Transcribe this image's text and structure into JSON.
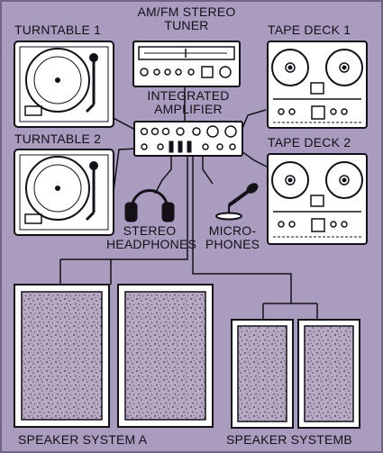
{
  "colors": {
    "background": "#a99cbf",
    "line": "#141018",
    "panel": "#ffffff",
    "speaker_cloth": "#b7a9c4"
  },
  "components": {
    "turntable_1": {
      "label": "TURNTABLE 1"
    },
    "turntable_2": {
      "label": "TURNTABLE 2"
    },
    "tuner": {
      "label_line1": "AM/FM STEREO",
      "label_line2": "TUNER"
    },
    "tape_deck_1": {
      "label": "TAPE DECK 1"
    },
    "tape_deck_2": {
      "label": "TAPE DECK 2"
    },
    "amplifier": {
      "label_line1": "INTEGRATED",
      "label_line2": "AMPLIFIER"
    },
    "headphones": {
      "label_line1": "STEREO",
      "label_line2": "HEADPHONES"
    },
    "microphones": {
      "label_line1": "MICRO-",
      "label_line2": "PHONES"
    },
    "speaker_system_a": {
      "label": "SPEAKER SYSTEM A"
    },
    "speaker_system_b": {
      "label": "SPEAKER SYSTEMB"
    }
  },
  "icons": {
    "turntable": "turntable-icon",
    "tuner": "tuner-icon",
    "tape_deck": "reel-to-reel-tape-deck-icon",
    "amplifier": "amplifier-icon",
    "headphones": "headphones-icon",
    "microphone": "microphone-icon",
    "speaker": "speaker-cabinet-icon"
  }
}
